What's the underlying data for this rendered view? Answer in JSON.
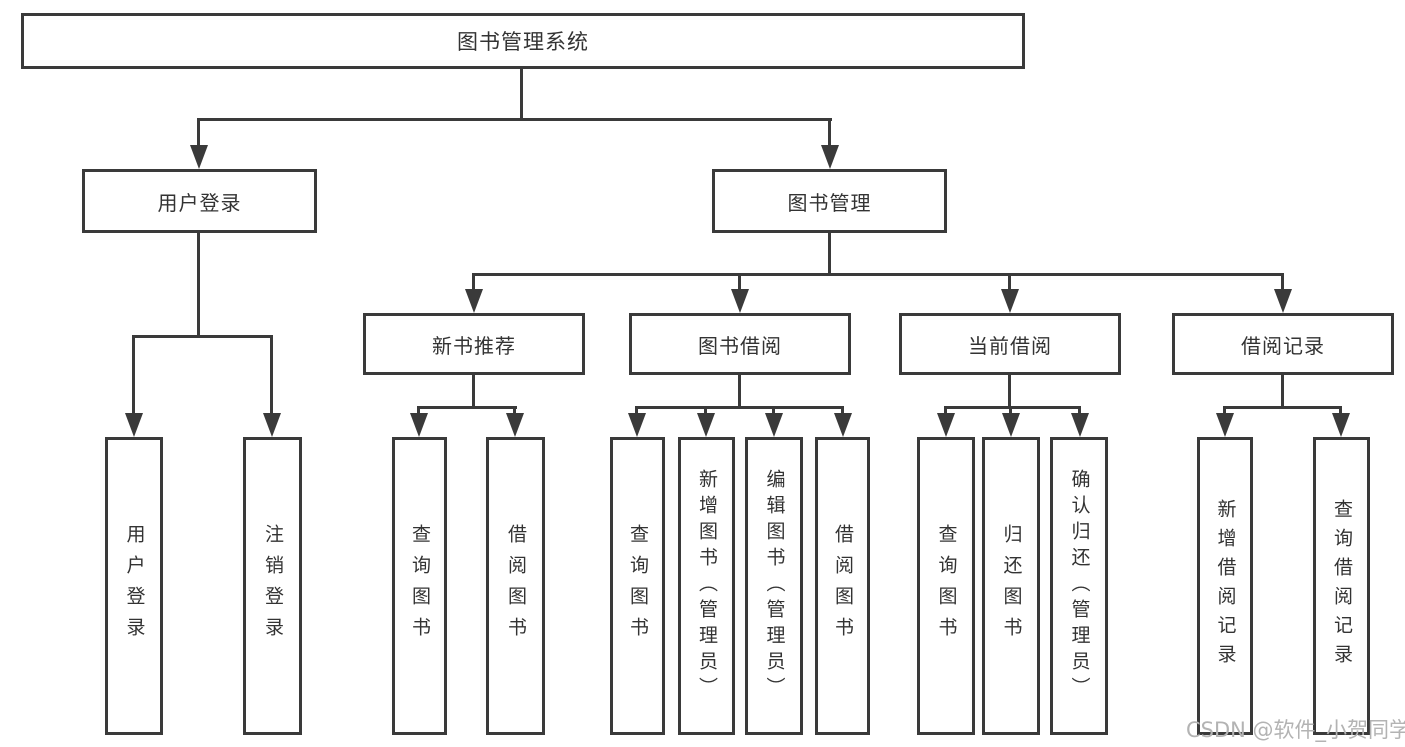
{
  "diagram": {
    "root": "图书管理系统",
    "branches": [
      {
        "label": "用户登录",
        "children": [
          {
            "label": "用户登录"
          },
          {
            "label": "注销登录"
          }
        ]
      },
      {
        "label": "图书管理",
        "children": [
          {
            "label": "新书推荐",
            "children": [
              {
                "label": "查询图书"
              },
              {
                "label": "借阅图书"
              }
            ]
          },
          {
            "label": "图书借阅",
            "children": [
              {
                "label": "查询图书"
              },
              {
                "label": "新增图书（管理员）"
              },
              {
                "label": "编辑图书（管理员）"
              },
              {
                "label": "借阅图书"
              }
            ]
          },
          {
            "label": "当前借阅",
            "children": [
              {
                "label": "查询图书"
              },
              {
                "label": "归还图书"
              },
              {
                "label": "确认归还（管理员）"
              }
            ]
          },
          {
            "label": "借阅记录",
            "children": [
              {
                "label": "新增借阅记录"
              },
              {
                "label": "查询借阅记录"
              }
            ]
          }
        ]
      }
    ]
  },
  "watermark": "CSDN @软件_小贺同学",
  "colors": {
    "line": "#3a3a3a",
    "text": "#333333",
    "watermark": "#b3b3b3",
    "background": "#ffffff"
  }
}
